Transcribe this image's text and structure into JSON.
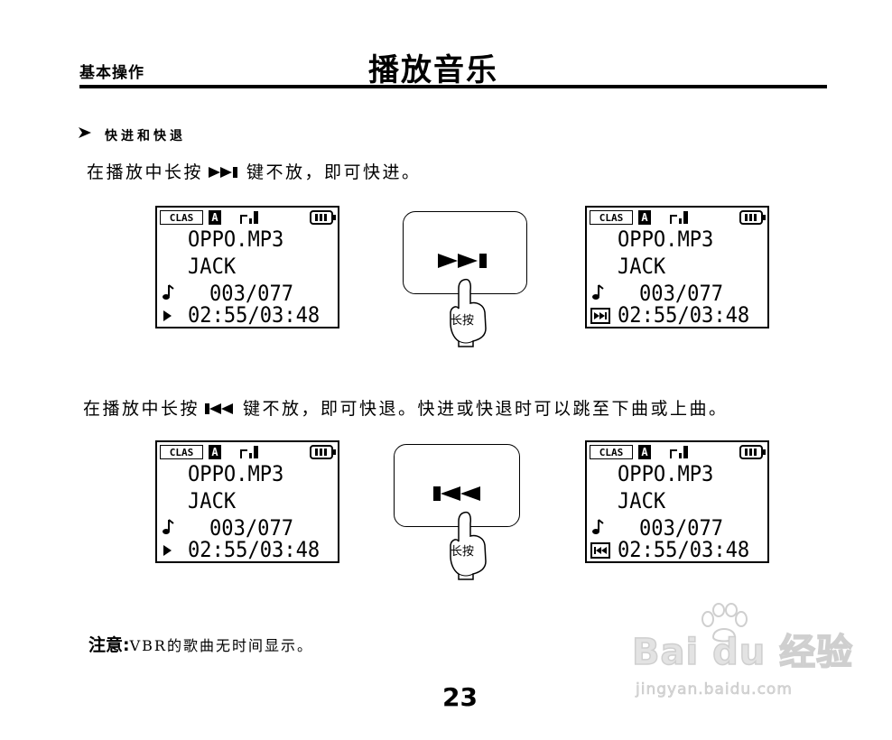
{
  "header": {
    "section_label": "基本操作",
    "page_title": "播放音乐"
  },
  "subsection": {
    "title": "快进和快退"
  },
  "instructions": {
    "ff_prefix": "在播放中长按",
    "ff_suffix": "键不放，即可快进。",
    "rw_prefix": "在播放中长按",
    "rw_suffix": "键不放，即可快退。快进或快退时可以跳至下曲或上曲。"
  },
  "lcd": {
    "clas_label": "CLAS",
    "a_label": "A",
    "file_name": "OPPO.MP3",
    "artist": "JACK",
    "track": "003/077",
    "time": "02:55/03:48"
  },
  "buttons": {
    "press_label": "长按"
  },
  "note": {
    "label": "注意:",
    "text": "VBR的歌曲无时间显示。"
  },
  "page_number": "23",
  "watermark": {
    "logo": "Bai du 经验",
    "url": "jingyan.baidu.com"
  },
  "icons": {
    "bullet": "arrowhead-bullet-icon",
    "fast_forward": "fast-forward-icon",
    "rewind": "rewind-icon",
    "play": "play-icon",
    "note": "music-note-icon",
    "pointing_hand": "pointing-hand-icon"
  }
}
